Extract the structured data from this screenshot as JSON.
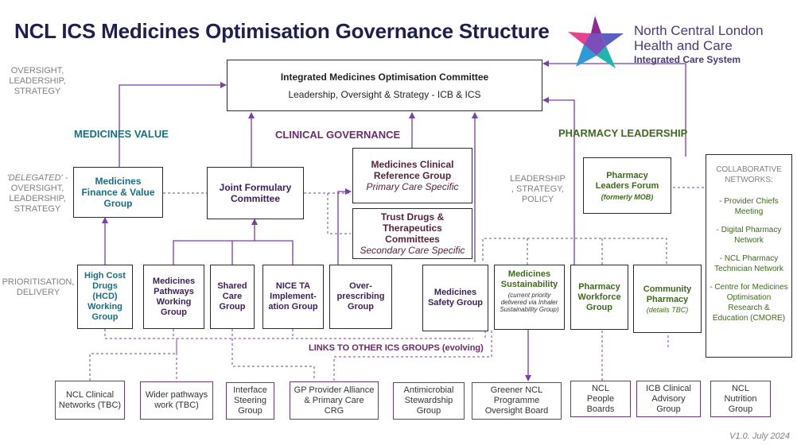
{
  "title": "NCL ICS Medicines Optimisation Governance Structure",
  "logo": {
    "line1": "North Central London",
    "line2": "Health and Care",
    "line3": "Integrated Care System",
    "colors": [
      "#2e9bd6",
      "#8d2c8f",
      "#e8418f",
      "#1fb5ad",
      "#5a5fc1"
    ]
  },
  "side_labels": {
    "oversight": [
      "OVERSIGHT,",
      "LEADERSHIP,",
      "STRATEGY"
    ],
    "delegated_prefix": "'DELEGATED' -",
    "delegated": [
      "OVERSIGHT,",
      "LEADERSHIP,",
      "STRATEGY"
    ],
    "prioritisation": [
      "PRIORITISATION,",
      "DELIVERY"
    ],
    "leadership": [
      "LEADERSHIP",
      ", STRATEGY,",
      "POLICY"
    ]
  },
  "section_headings": {
    "medicines_value": "MEDICINES VALUE",
    "clinical_governance": "CLINICAL GOVERNANCE",
    "pharmacy_leadership": "PHARMACY LEADERSHIP",
    "links": "LINKS TO OTHER ICS GROUPS (evolving)"
  },
  "imoc": {
    "title": "Integrated Medicines Optimisation Committee",
    "subtitle": "Leadership, Oversight & Strategy -  ICB & ICS"
  },
  "boxes": {
    "finance_value": "Medicines Finance & Value Group",
    "jfc": "Joint Formulary Committee",
    "mcrg_title": "Medicines Clinical Reference Group",
    "mcrg_sub": "Primary Care Specific",
    "dtc_title": "Trust Drugs & Therapeutics Committees",
    "dtc_sub": "Secondary Care Specific",
    "plf_title": "Pharmacy Leaders Forum",
    "plf_sub": "(formerly MOB)",
    "hcd": "High Cost Drugs (HCD) Working Group",
    "mpwg": "Medicines Pathways Working Group",
    "shared_care": "Shared Care Group",
    "nice_ta": "NICE TA Implement-ation Group",
    "overprescribing": "Over-prescribing Group",
    "safety": "Medicines Safety Group",
    "sustainability_title": "Medicines Sustainability",
    "sustainability_sub": "(current priority delivered via Inhaler Sustainability Group)",
    "workforce": "Pharmacy Workforce Group",
    "community_title": "Community Pharmacy",
    "community_sub": "(details TBC)"
  },
  "collaborative": {
    "heading": "COLLABORATIVE NETWORKS:",
    "items": [
      "- Provider Chiefs Meeting",
      "- Digital Pharmacy Network",
      "- NCL Pharmacy Technician Network",
      "- Centre for Medicines Optimisation Research & Education (CMORE)"
    ]
  },
  "bottom_groups": [
    "NCL Clinical Networks (TBC)",
    "Wider pathways work (TBC)",
    "Interface Steering Group",
    "GP Provider Alliance & Primary Care CRG",
    "Antimicrobial Stewardship Group",
    "Greener NCL Programme Oversight Board",
    "NCL People Boards",
    "ICB Clinical Advisory Group",
    "NCL Nutrition Group"
  ],
  "version": "V1.0. July 2024",
  "colors": {
    "title": "#1f1f4f",
    "purple_line": "#7b3fa8",
    "teal": "#1a6e84",
    "green": "#3e6a1c",
    "grey": "#808080"
  }
}
